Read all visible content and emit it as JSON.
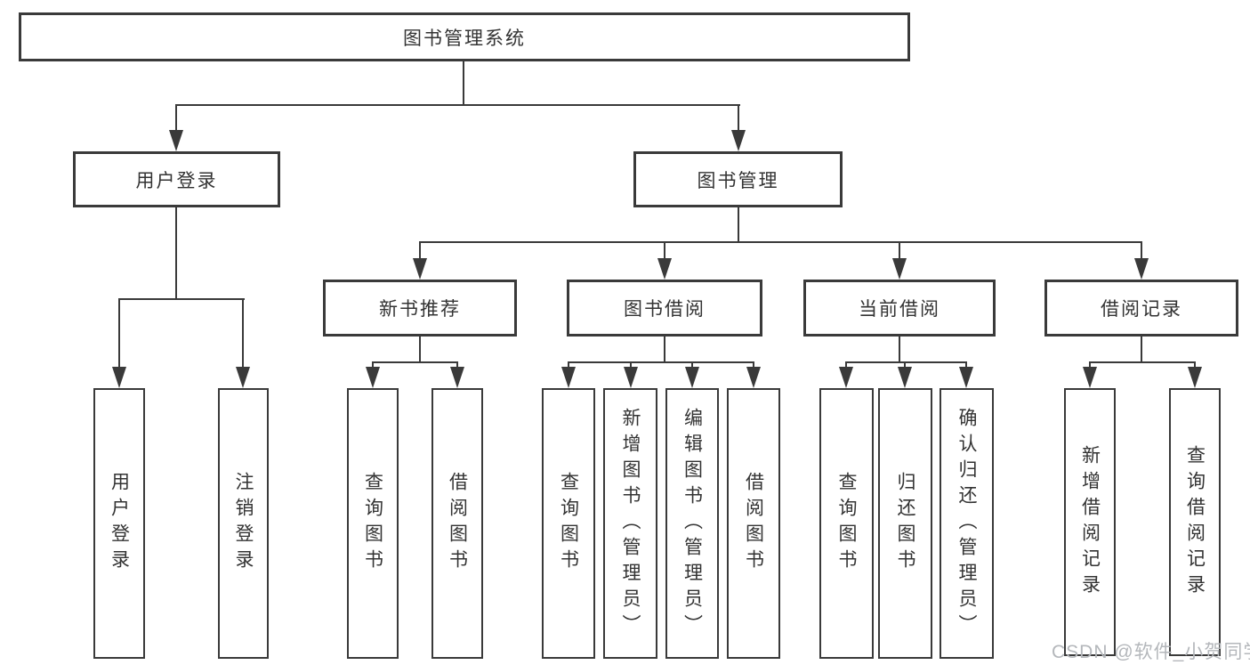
{
  "colors": {
    "line": "#3a3a3a",
    "text": "#333333",
    "background": "#ffffff",
    "watermark": "#b4b7bb"
  },
  "tree": {
    "root": "图书管理系统",
    "level2": [
      {
        "label": "用户登录"
      },
      {
        "label": "图书管理"
      }
    ],
    "level3": [
      {
        "label": "新书推荐",
        "parent": "图书管理"
      },
      {
        "label": "图书借阅",
        "parent": "图书管理"
      },
      {
        "label": "当前借阅",
        "parent": "图书管理"
      },
      {
        "label": "借阅记录",
        "parent": "图书管理"
      }
    ],
    "leaves": [
      {
        "label": "用户登录",
        "parent": "用户登录"
      },
      {
        "label": "注销登录",
        "parent": "用户登录"
      },
      {
        "label": "查询图书",
        "parent": "新书推荐"
      },
      {
        "label": "借阅图书",
        "parent": "新书推荐"
      },
      {
        "label": "查询图书",
        "parent": "图书借阅"
      },
      {
        "label": "新增图书（管理员）",
        "parent": "图书借阅"
      },
      {
        "label": "编辑图书（管理员）",
        "parent": "图书借阅"
      },
      {
        "label": "借阅图书",
        "parent": "图书借阅"
      },
      {
        "label": "查询图书",
        "parent": "当前借阅"
      },
      {
        "label": "归还图书",
        "parent": "当前借阅"
      },
      {
        "label": "确认归还（管理员）",
        "parent": "当前借阅"
      },
      {
        "label": "新增借阅记录",
        "parent": "借阅记录"
      },
      {
        "label": "查询借阅记录",
        "parent": "借阅记录"
      }
    ]
  },
  "watermark": {
    "text": "CSDN @软件_小贺同学"
  }
}
